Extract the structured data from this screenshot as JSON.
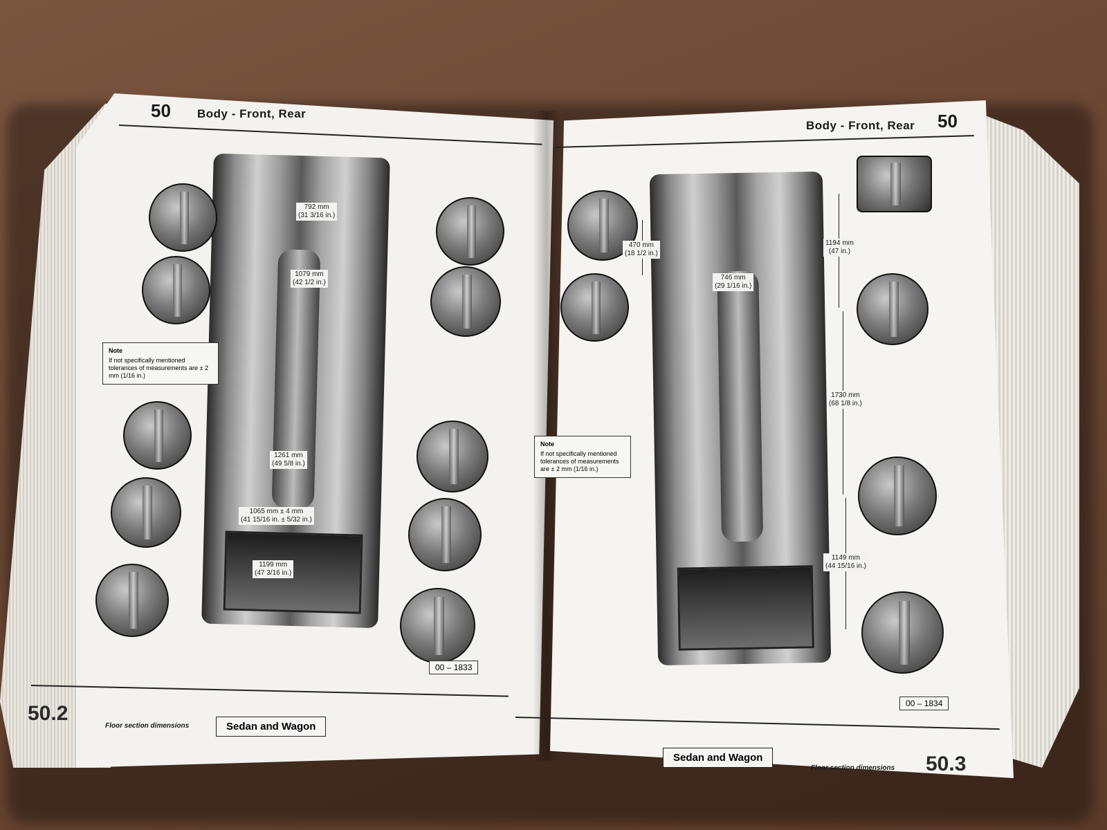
{
  "left_page": {
    "section_number": "50",
    "section_title": "Body - Front, Rear",
    "page_number": "50.2",
    "caption": "Floor section dimensions",
    "model_label": "Sedan and Wagon",
    "reference": "00 – 1833",
    "note": {
      "title": "Note",
      "text": "If not specifically mentioned tolerances of measurements are ± 2 mm (1/16 in.)"
    },
    "dimensions": [
      {
        "mm": "792 mm",
        "in": "(31 3/16 in.)"
      },
      {
        "mm": "1079 mm",
        "in": "(42 1/2 in.)"
      },
      {
        "mm": "1261 mm",
        "in": "(49 5/8 in.)"
      },
      {
        "mm": "1065 mm ± 4 mm",
        "in": "(41 15/16 in. ± 5/32 in.)"
      },
      {
        "mm": "1199 mm",
        "in": "(47 3/16 in.)"
      }
    ]
  },
  "right_page": {
    "section_number": "50",
    "section_title": "Body - Front, Rear",
    "page_number": "50.3",
    "caption": "Floor section dimensions",
    "model_label": "Sedan and Wagon",
    "reference": "00 – 1834",
    "note": {
      "title": "Note",
      "text": "If not specifically mentioned tolerances of measurements are ± 2 mm (1/16 in.)"
    },
    "dimensions": [
      {
        "mm": "470 mm",
        "in": "(18 1/2 in.)"
      },
      {
        "mm": "746 mm",
        "in": "(29 1/16 in.)"
      },
      {
        "mm": "1194 mm",
        "in": "(47 in.)"
      },
      {
        "mm": "1730 mm",
        "in": "(68 1/8 in.)"
      },
      {
        "mm": "1149 mm",
        "in": "(44 15/16 in.)"
      }
    ]
  },
  "colors": {
    "table": "#6a4633",
    "paper": "#f3f2ee",
    "ink": "#1a1a1a"
  }
}
